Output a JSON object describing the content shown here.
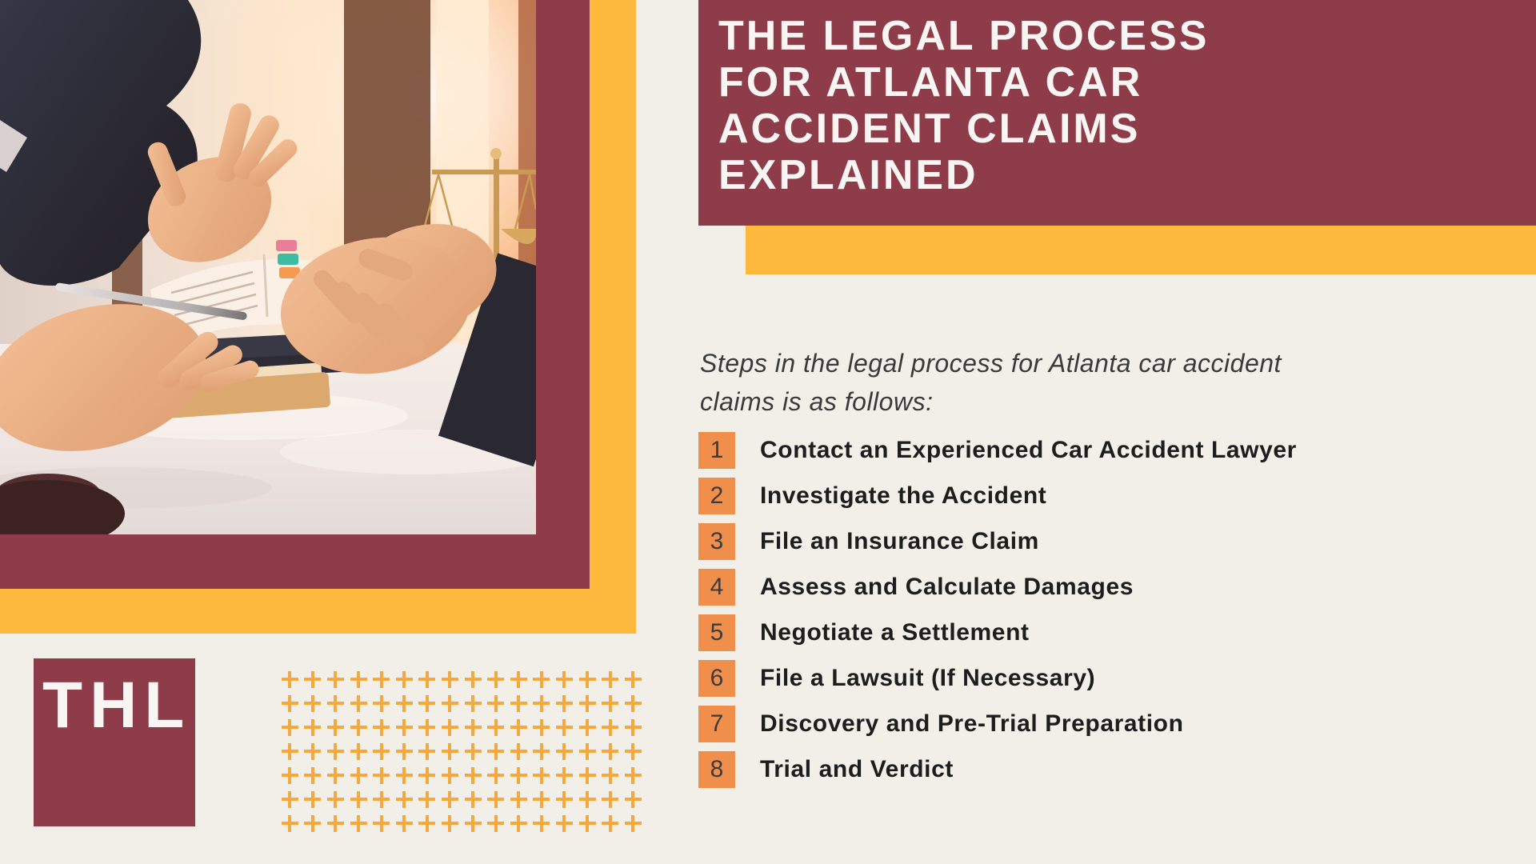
{
  "banner": {
    "title_lines": [
      "THE LEGAL PROCESS",
      "FOR ATLANTA CAR",
      "ACCIDENT CLAIMS",
      "EXPLAINED"
    ]
  },
  "intro": {
    "lines": [
      "Steps in the legal process for Atlanta car accident",
      "claims is as follows:"
    ]
  },
  "steps": [
    {
      "num": "1",
      "label": "Contact an Experienced Car Accident Lawyer"
    },
    {
      "num": "2",
      "label": "Investigate the Accident"
    },
    {
      "num": "3",
      "label": "File an Insurance Claim"
    },
    {
      "num": "4",
      "label": "Assess and Calculate Damages"
    },
    {
      "num": "5",
      "label": "Negotiate a Settlement"
    },
    {
      "num": "6",
      "label": "File a Lawsuit (If Necessary)"
    },
    {
      "num": "7",
      "label": "Discovery and Pre-Trial Preparation"
    },
    {
      "num": "8",
      "label": "Trial and Verdict"
    }
  ],
  "logo": {
    "text": "THL"
  },
  "decor": {
    "plus_rows": 7,
    "plus_cols": 16,
    "plus_col_width": 28.6
  },
  "colors": {
    "maroon": "#8E3C49",
    "yellow": "#FCB93D",
    "cream": "#F1EFE8",
    "orange": "#EF8F4B",
    "title-text": "#F9F5F2",
    "step-text": "#1D1D1D",
    "subtitle-text": "#3A3A3A",
    "number-text": "#3B3B3B",
    "plus": "#F5A93C"
  }
}
